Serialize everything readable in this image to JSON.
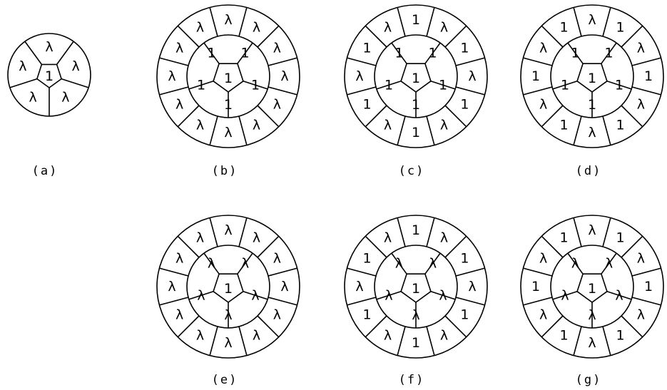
{
  "figures": [
    {
      "caption": "(a)",
      "rings": 1,
      "center": "1",
      "inner": [],
      "outer": [
        "λ",
        "λ",
        "λ",
        "λ",
        "λ"
      ]
    },
    {
      "caption": "(b)",
      "rings": 3,
      "center": "1",
      "inner": [
        "1",
        "1",
        "1",
        "1",
        "1"
      ],
      "outer": [
        "λ",
        "λ",
        "λ",
        "λ",
        "λ",
        "λ",
        "λ",
        "λ",
        "λ",
        "λ",
        "λ",
        "λ"
      ]
    },
    {
      "caption": "(c)",
      "rings": 3,
      "center": "1",
      "inner": [
        "1",
        "1",
        "1",
        "1",
        "1"
      ],
      "outer": [
        "1",
        "λ",
        "1",
        "λ",
        "1",
        "λ",
        "1",
        "λ",
        "1",
        "λ",
        "1",
        "λ"
      ]
    },
    {
      "caption": "(d)",
      "rings": 3,
      "center": "1",
      "inner": [
        "1",
        "1",
        "1",
        "1",
        "1"
      ],
      "outer": [
        "λ",
        "1",
        "λ",
        "1",
        "λ",
        "1",
        "λ",
        "1",
        "λ",
        "1",
        "λ",
        "1"
      ]
    },
    {
      "caption": "(e)",
      "rings": 3,
      "center": "1",
      "inner": [
        "λ",
        "λ",
        "λ",
        "λ",
        "λ"
      ],
      "outer": [
        "λ",
        "λ",
        "λ",
        "λ",
        "λ",
        "λ",
        "λ",
        "λ",
        "λ",
        "λ",
        "λ",
        "λ"
      ]
    },
    {
      "caption": "(f)",
      "rings": 3,
      "center": "1",
      "inner": [
        "λ",
        "λ",
        "λ",
        "λ",
        "λ"
      ],
      "outer": [
        "1",
        "λ",
        "1",
        "λ",
        "1",
        "λ",
        "1",
        "λ",
        "1",
        "λ",
        "1",
        "λ"
      ]
    },
    {
      "caption": "(g)",
      "rings": 3,
      "center": "1",
      "inner": [
        "λ",
        "λ",
        "λ",
        "λ",
        "λ"
      ],
      "outer": [
        "λ",
        "1",
        "λ",
        "1",
        "λ",
        "1",
        "λ",
        "1",
        "λ",
        "1",
        "λ",
        "1"
      ]
    }
  ]
}
